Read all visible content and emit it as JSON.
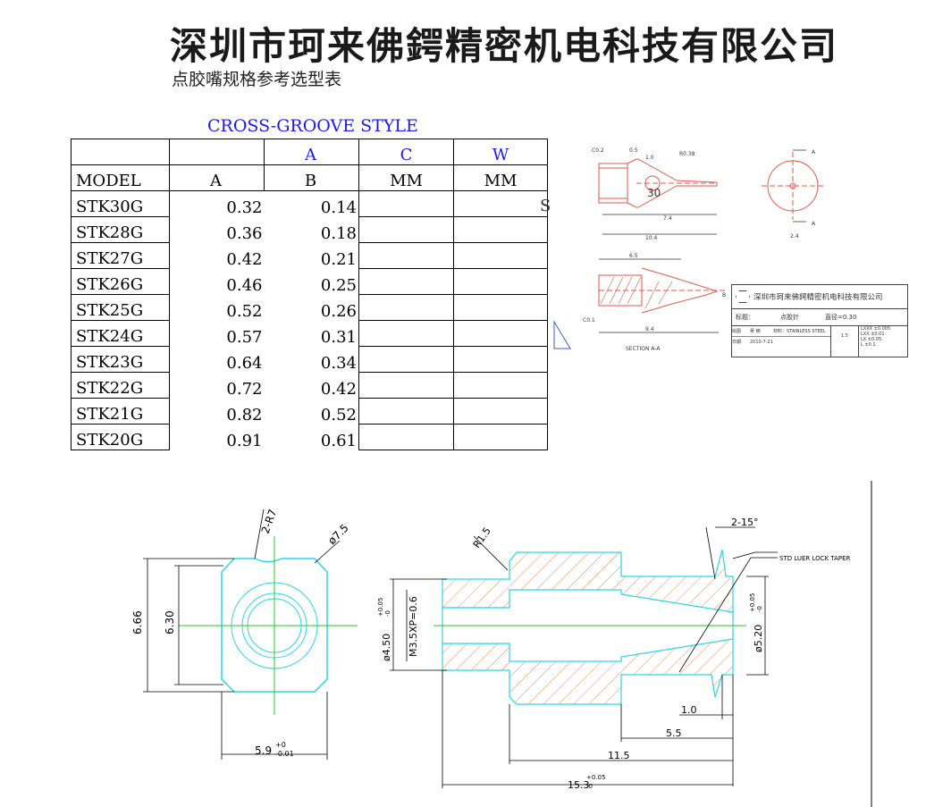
{
  "header": {
    "company": "深圳市珂来佛鍔精密机电科技有限公司",
    "subtitle": "点胶嘴规格参考选型表"
  },
  "table": {
    "title": "CROSS-GROOVE STYLE",
    "header_row1": [
      "",
      "",
      "A",
      "C",
      "W"
    ],
    "header_row2": [
      "MODEL",
      "A",
      "B",
      "MM",
      "MM"
    ],
    "rows": [
      {
        "model": "STK30G",
        "a": "0.32",
        "b": "0.14"
      },
      {
        "model": "STK28G",
        "a": "0.36",
        "b": "0.18"
      },
      {
        "model": "STK27G",
        "a": "0.42",
        "b": "0.21"
      },
      {
        "model": "STK26G",
        "a": "0.46",
        "b": "0.25"
      },
      {
        "model": "STK25G",
        "a": "0.52",
        "b": "0.26"
      },
      {
        "model": "STK24G",
        "a": "0.57",
        "b": "0.31"
      },
      {
        "model": "STK23G",
        "a": "0.64",
        "b": "0.34"
      },
      {
        "model": "STK22G",
        "a": "0.72",
        "b": "0.42"
      },
      {
        "model": "STK21G",
        "a": "0.82",
        "b": "0.52"
      },
      {
        "model": "STK20G",
        "a": "0.91",
        "b": "0.61"
      }
    ],
    "stray_char": "S"
  },
  "small_drawing": {
    "dims": [
      "C0.2",
      "0.5",
      "1.0",
      "R0.38",
      "30",
      "7.4",
      "10.4",
      "6.5",
      "9.4",
      "C0.1",
      "A",
      "A",
      "B",
      "2.4",
      "SECTION A-A"
    ],
    "title_block": {
      "company": "深圳市珂来佛鍔精密机电科技有限公司",
      "label_title": "标题：",
      "part_name": "点胶针",
      "diameter": "直径=0.30",
      "drawn_by_label": "绘图",
      "drawn_by": "吴 楠",
      "material_label": "材料：STAINLESS STEEL",
      "date_label": "日期",
      "date": "2010-7-21",
      "scale": "1.5",
      "misc": [
        "LXXX ±0.005",
        "LXX ±0.01",
        "LX ±0.05",
        "L ±0.1"
      ]
    }
  },
  "large_drawing": {
    "left_view": {
      "labels": [
        "2-R7",
        "ø7.5",
        "6.66",
        "6.30",
        "5.9",
        "+0",
        "-0.01"
      ]
    },
    "section_view": {
      "labels": [
        "R1.5",
        "2-15°",
        "STD LUER LOCK TAPER",
        "ø4.50",
        "+0.05",
        "-0",
        "M3.5XP=0.6",
        "ø5.20",
        "+0.05",
        "-0",
        "1.0",
        "5.5",
        "11.5",
        "15.3",
        "+0.05",
        "-0"
      ]
    }
  },
  "colors": {
    "title_blue": "#1a1aee",
    "outline_cyan": "#2ad6e6",
    "centerline_green": "#22cc22",
    "hatch_orange": "#e8884a",
    "small_drawing_red": "#e25a4a"
  }
}
